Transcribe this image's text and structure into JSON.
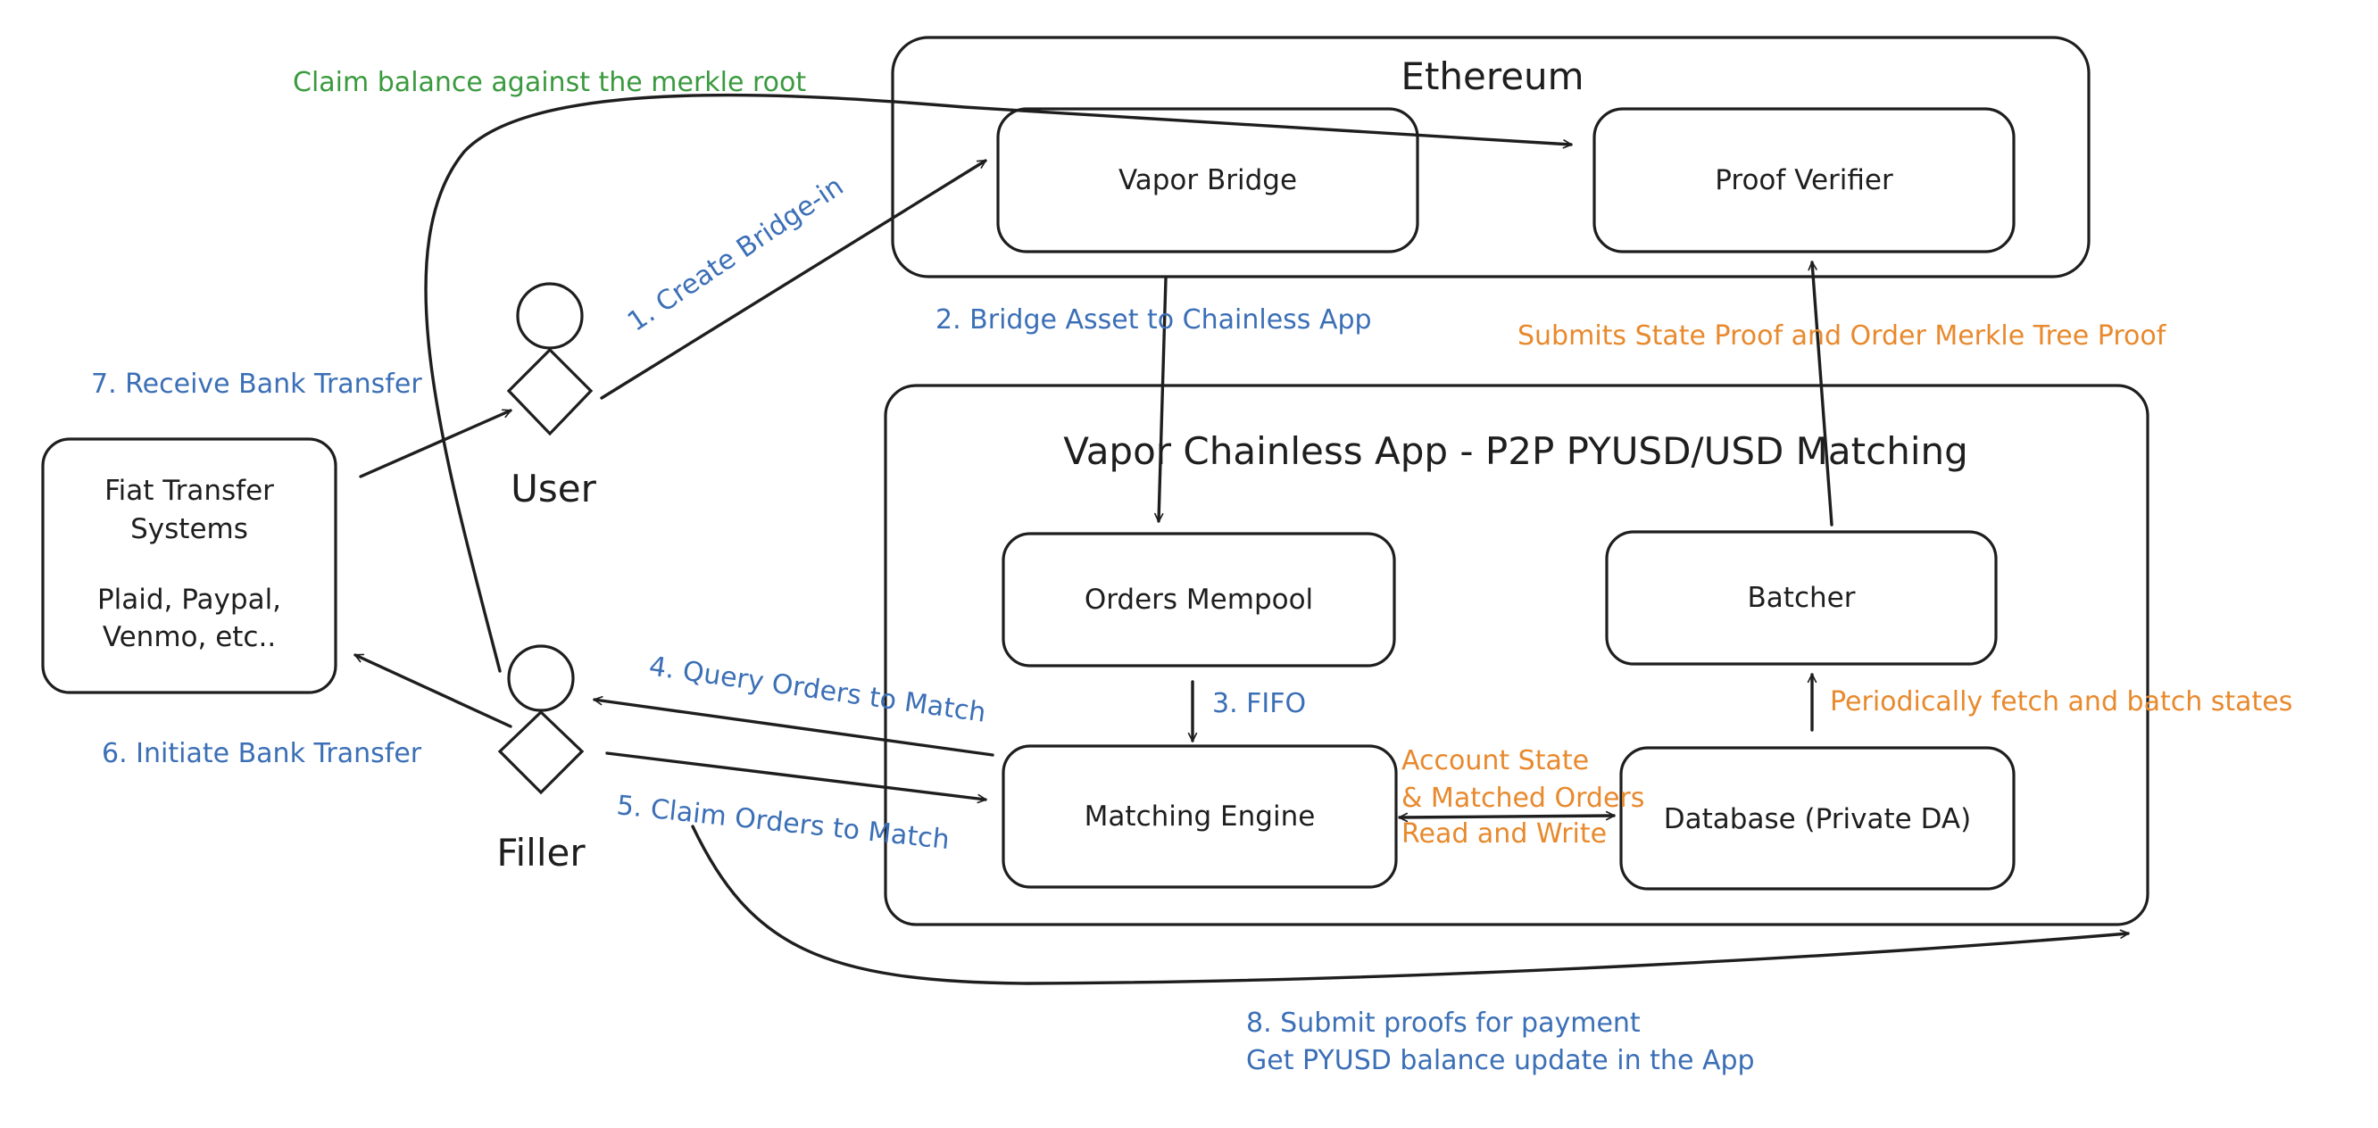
{
  "colors": {
    "stroke": "#1e1e1e",
    "blue": "#3b6fb6",
    "orange": "#e8892d",
    "green": "#3a9a3e",
    "background": "#ffffff"
  },
  "containers": {
    "ethereum": {
      "title": "Ethereum"
    },
    "chainless_app": {
      "title": "Vapor Chainless App - P2P PYUSD/USD Matching"
    }
  },
  "nodes": {
    "vapor_bridge": "Vapor Bridge",
    "proof_verifier": "Proof Verifier",
    "orders_mempool": "Orders Mempool",
    "batcher": "Batcher",
    "matching_engine": "Matching Engine",
    "database": "Database (Private DA)",
    "fiat": {
      "line1": "Fiat Transfer",
      "line2": "Systems",
      "line3": "Plaid, Paypal,",
      "line4": "Venmo, etc.."
    }
  },
  "actors": {
    "user": "User",
    "filler": "Filler"
  },
  "edge_labels": {
    "claim_merkle": "Claim balance against the merkle root",
    "create_bridge": "1. Create Bridge-in",
    "bridge_asset": "2. Bridge Asset to Chainless App",
    "fifo": "3. FIFO",
    "query_orders": "4. Query Orders to Match",
    "claim_orders": "5. Claim Orders to Match",
    "initiate_transfer": "6. Initiate Bank Transfer",
    "receive_transfer": "7. Receive Bank Transfer",
    "submit_proofs_1": "8. Submit proofs for payment",
    "submit_proofs_2": "Get PYUSD balance update in the App",
    "state_proof": "Submits State Proof and Order Merkle Tree Proof",
    "periodic_fetch": "Periodically fetch and batch states",
    "account_state_1": "Account State",
    "account_state_2": "& Matched Orders",
    "account_state_3": "Read and Write"
  }
}
